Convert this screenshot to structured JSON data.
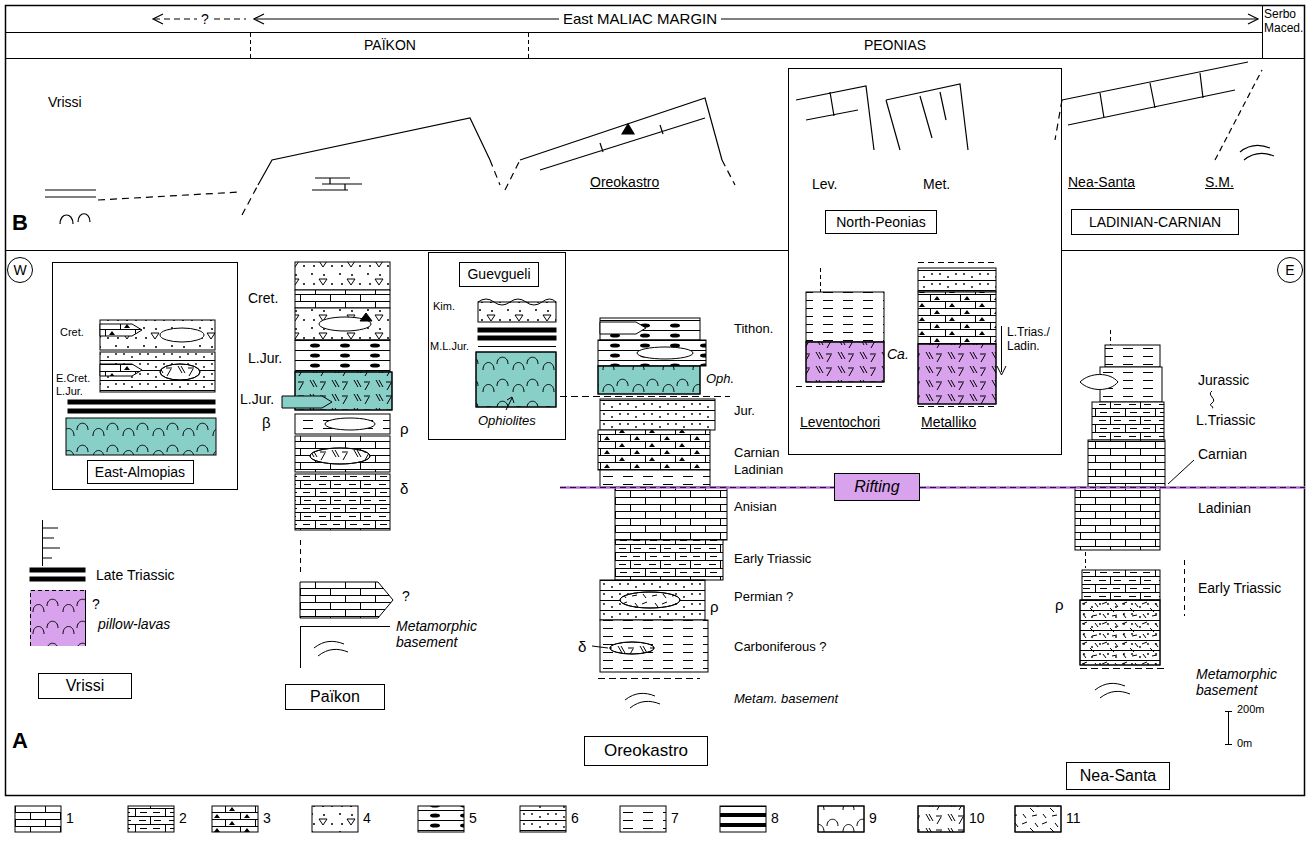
{
  "diagram": {
    "nodes": [
      {
        "text": [
          "Lev.",
          "Met.",
          "Ca.",
          "L.Trias./ Ladin.",
          "Leventochori",
          "Metalliko"
        ]
      },
      {
        "text": [
          "North-Peonias"
        ],
        "in": 0
      },
      {
        "text": [
          "LADINIAN-CARNIAN"
        ]
      },
      {
        "text": [
          "W"
        ]
      },
      {
        "text": [
          "E"
        ]
      },
      {
        "text": [
          "Cret.",
          "E.Cret. L.Jur."
        ]
      },
      {
        "text": [
          "East-Almopias"
        ],
        "in": 5
      },
      {
        "text": [
          "Kim.",
          "M.L.Jur.",
          "Ophiolites"
        ]
      },
      {
        "text": [
          "Guevgueli"
        ],
        "in": 7
      },
      {
        "text": [
          "Rifting"
        ]
      },
      {
        "text": [
          "Vrissi"
        ]
      },
      {
        "text": [
          "Païkon"
        ]
      },
      {
        "text": [
          "Oreokastro"
        ]
      },
      {
        "text": [
          "Nea-Santa"
        ]
      }
    ],
    "labels": [
      "?",
      "East MALIAC MARGIN",
      "Serbo Maced.",
      "PAÏKON",
      "PEONIAS",
      "B",
      "Vrissi",
      "Oreokastro",
      "Nea-Santa",
      "S.M.",
      "A",
      "Late Triassic",
      "?",
      "pillow-lavas",
      "Cret.",
      "L.Jur.",
      "L.Jur.",
      "β",
      "ρ",
      "δ",
      "?",
      "Metamorphic basement",
      "Tithon.",
      "Oph.",
      "Jur.",
      "Carnian",
      "Ladinian",
      "Anisian",
      "Early Triassic",
      "Permian ?",
      "ρ",
      "Carboniferous ?",
      "δ",
      "Metam. basement",
      "Jurassic",
      "L.Triassic",
      "Carnian",
      "Ladinian",
      "Early Triassic",
      "ρ",
      "Metamorphic basement",
      "200m",
      "0m"
    ],
    "legend": [
      {
        "text": "1"
      },
      {
        "text": "2"
      },
      {
        "text": "3"
      },
      {
        "text": "4"
      },
      {
        "text": "5"
      },
      {
        "text": "6"
      },
      {
        "text": "7"
      },
      {
        "text": "8"
      },
      {
        "text": "9"
      },
      {
        "text": "10"
      },
      {
        "text": "11"
      }
    ]
  }
}
